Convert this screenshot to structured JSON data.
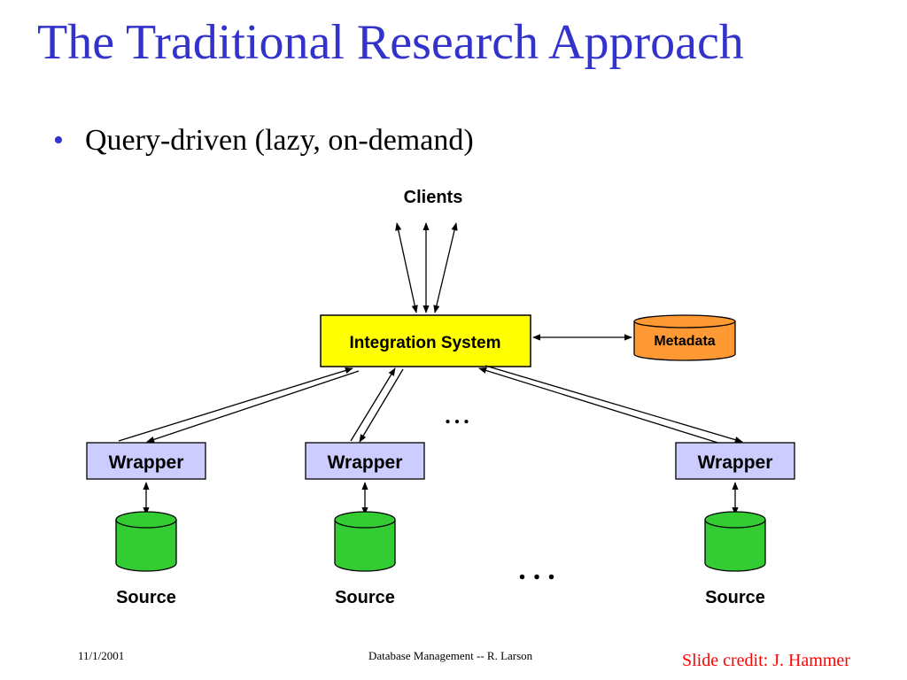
{
  "slide": {
    "title": "The Traditional Research Approach",
    "bullet": "Query-driven (lazy, on-demand)",
    "bullet_marker": "•"
  },
  "diagram": {
    "clients_label": "Clients",
    "integration_label": "Integration System",
    "metadata_label": "Metadata",
    "wrapper_labels": [
      "Wrapper",
      "Wrapper",
      "Wrapper"
    ],
    "source_labels": [
      "Source",
      "Source",
      "Source"
    ],
    "ellipsis_upper": "...",
    "ellipsis_lower": "...",
    "colors": {
      "integration_fill": "#ffff00",
      "metadata_fill": "#ff9933",
      "wrapper_fill": "#ccccff",
      "source_fill": "#33cc33",
      "title_color": "#3333cc",
      "credit_color": "#ff0000"
    }
  },
  "footer": {
    "date": "11/1/2001",
    "course": "Database Management -- R. Larson",
    "credit": "Slide credit: J. Hammer"
  }
}
